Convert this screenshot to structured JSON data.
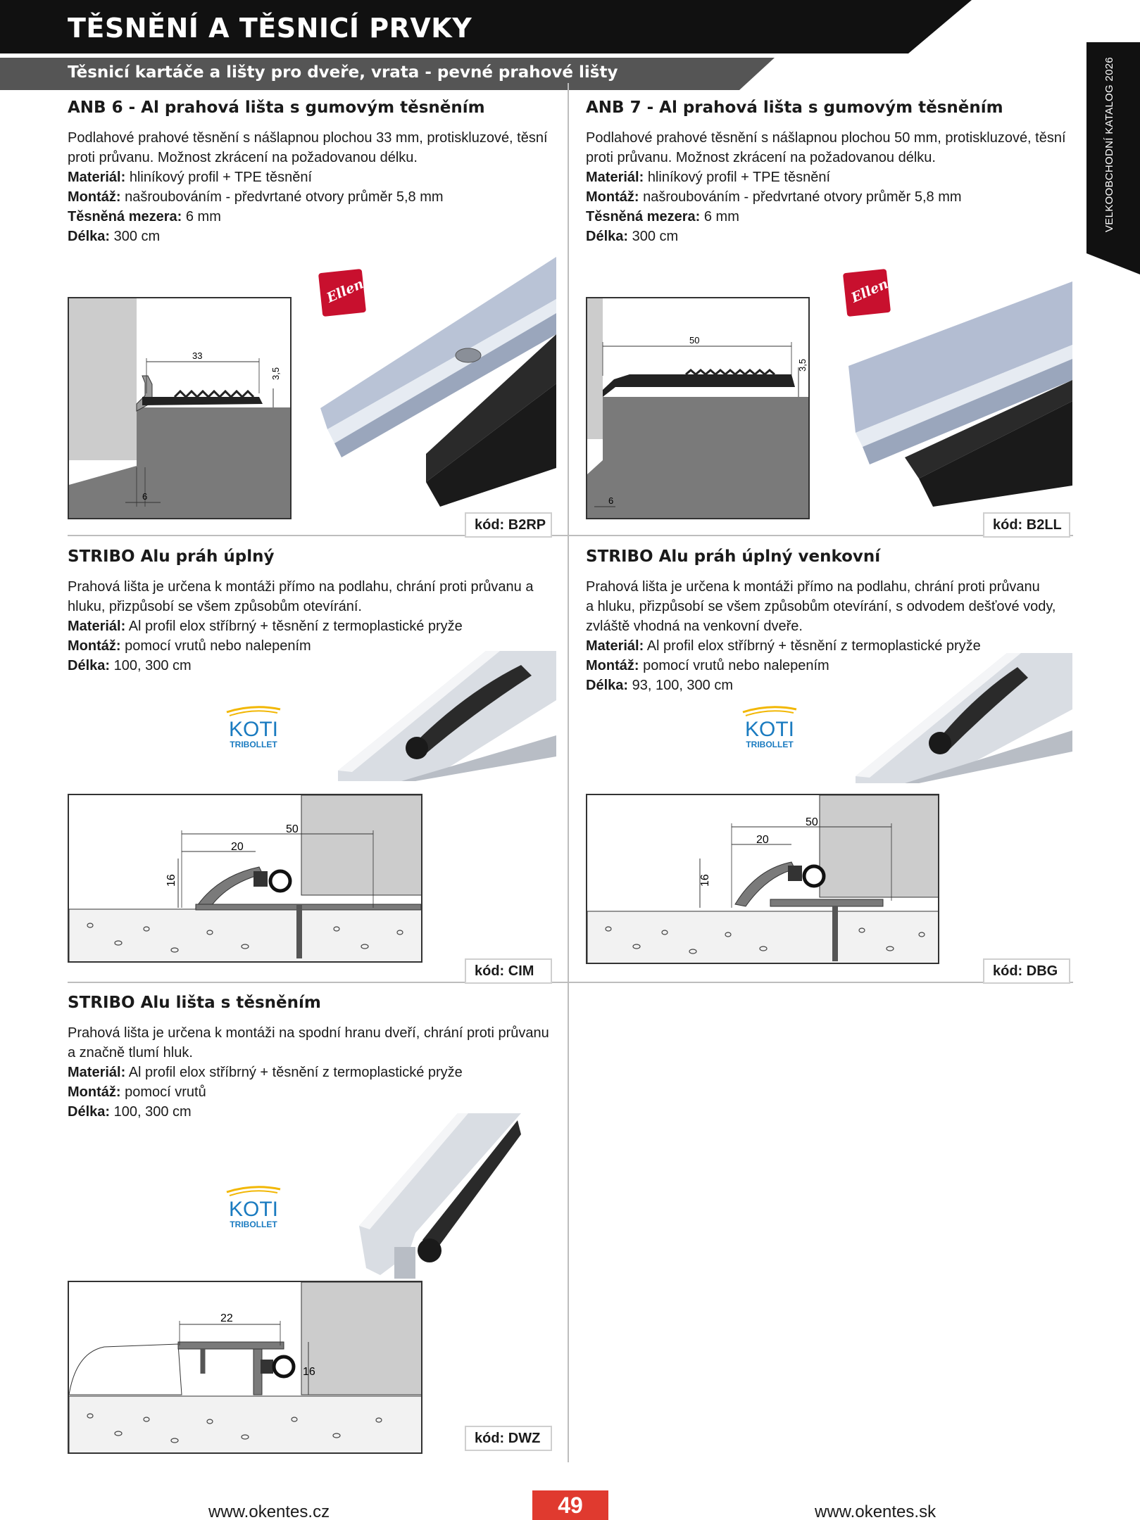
{
  "header": {
    "title": "TĚSNĚNÍ A TĚSNICÍ PRVKY",
    "subtitle": "Těsnicí kartáče a lišty pro dveře, vrata - pevné prahové lišty",
    "side_label": "VELKOOBCHODNÍ KATALOG 2026"
  },
  "colors": {
    "header_bg": "#111111",
    "subheader_bg": "#555555",
    "page_number_bg": "#e03a2f",
    "ellen_logo": "#c8102e",
    "koti_logo": "#1a7bc0"
  },
  "products": {
    "anb6": {
      "title": "ANB 6 - Al prahová lišta s gumovým těsněním",
      "desc_1": "Podlahové prahové těsnění s nášlapnou plochou 33 mm, protiskluzové, těsní",
      "desc_2": "proti průvanu. Možnost zkrácení na požadovanou délku.",
      "material_label": "Materiál:",
      "material": "hliníkový profil + TPE těsnění",
      "mount_label": "Montáž:",
      "mount": "našroubováním - předvrtané otvory průměr 5,8 mm",
      "gap_label": "Těsněná mezera:",
      "gap": "6 mm",
      "length_label": "Délka:",
      "length": "300 cm",
      "dim_width": "33",
      "dim_height": "3,5",
      "dim_gap": "6",
      "brand": "Ellen",
      "code": "kód: B2RP"
    },
    "anb7": {
      "title": "ANB 7 - Al prahová lišta s gumovým těsněním",
      "desc_1": "Podlahové prahové těsnění s nášlapnou plochou 50 mm, protiskluzové, těsní",
      "desc_2": "proti průvanu. Možnost zkrácení na požadovanou délku.",
      "material_label": "Materiál:",
      "material": "hliníkový profil + TPE těsnění",
      "mount_label": "Montáž:",
      "mount": "našroubováním - předvrtané otvory průměr 5,8 mm",
      "gap_label": "Těsněná mezera:",
      "gap": "6 mm",
      "length_label": "Délka:",
      "length": "300 cm",
      "dim_width": "50",
      "dim_height": "3,5",
      "dim_gap": "6",
      "brand": "Ellen",
      "code": "kód: B2LL"
    },
    "cim": {
      "title": "STRIBO Alu práh úplný",
      "desc_1": "Prahová lišta je určena k montáži přímo na podlahu, chrání proti průvanu a",
      "desc_2": "hluku, přizpůsobí se všem způsobům otevírání.",
      "material_label": "Materiál:",
      "material": "Al profil elox stříbrný + těsnění z termoplastické pryže",
      "mount_label": "Montáž:",
      "mount": "pomocí vrutů nebo nalepením",
      "length_label": "Délka:",
      "length": "100, 300 cm",
      "dim_total": "50",
      "dim_inner": "20",
      "dim_height": "16",
      "brand_top": "KOTI",
      "brand_bottom": "TRIBOLLET",
      "code": "kód: CIM"
    },
    "dbg": {
      "title": "STRIBO Alu práh úplný venkovní",
      "desc_1": "Prahová lišta je určena k montáži přímo na podlahu, chrání proti průvanu",
      "desc_2": "a hluku, přizpůsobí se všem způsobům otevírání, s odvodem dešťové vody,",
      "desc_3": "zvláště vhodná na venkovní dveře.",
      "material_label": "Materiál:",
      "material": "Al profil elox stříbrný + těsnění z termoplastické pryže",
      "mount_label": "Montáž:",
      "mount": "pomocí vrutů nebo nalepením",
      "length_label": "Délka:",
      "length": "93, 100, 300 cm",
      "dim_total": "50",
      "dim_inner": "20",
      "dim_height": "16",
      "brand_top": "KOTI",
      "brand_bottom": "TRIBOLLET",
      "code": "kód: DBG"
    },
    "dwz": {
      "title": "STRIBO Alu lišta s těsněním",
      "desc_1": "Prahová lišta je určena k montáži na spodní hranu dveří, chrání proti průvanu",
      "desc_2": "a značně tlumí hluk.",
      "material_label": "Materiál:",
      "material": "Al profil elox stříbrný + těsnění z termoplastické pryže",
      "mount_label": "Montáž:",
      "mount": "pomocí vrutů",
      "length_label": "Délka:",
      "length": "100, 300 cm",
      "dim_width": "22",
      "dim_height": "16",
      "brand_top": "KOTI",
      "brand_bottom": "TRIBOLLET",
      "code": "kód: DWZ"
    }
  },
  "footer": {
    "left_url": "www.okentes.cz",
    "right_url": "www.okentes.sk",
    "page_number": "49"
  }
}
